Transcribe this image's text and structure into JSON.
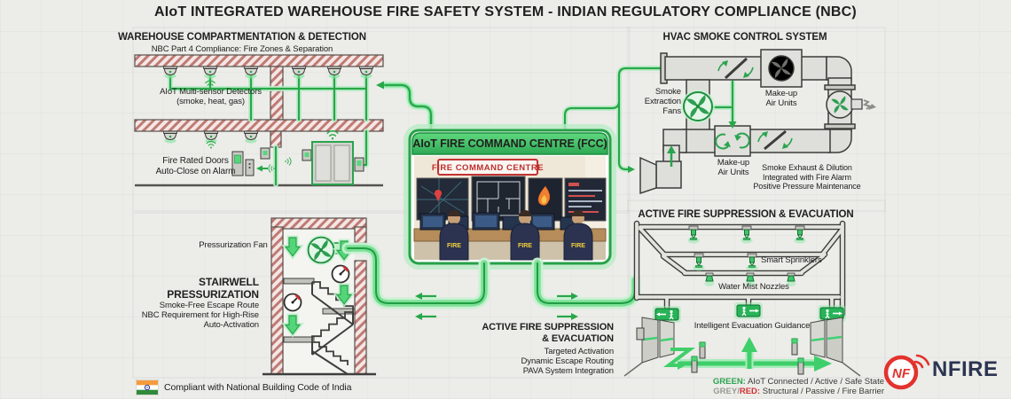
{
  "title": "AIoT INTEGRATED WAREHOUSE FIRE SAFETY SYSTEM - INDIAN REGULATORY COMPLIANCE (NBC)",
  "sections": {
    "warehouse": {
      "title": "WAREHOUSE COMPARTMENTATION & DETECTION",
      "subtitle": "NBC Part 4 Compliance: Fire Zones & Separation",
      "detectors_label": "AIoT Multi-sensor Detectors\n(smoke, heat, gas)",
      "doors_label": "Fire Rated Doors\nAuto-Close on Alarm"
    },
    "hvac": {
      "title": "HVAC SMOKE CONTROL SYSTEM",
      "extraction_label": "Smoke\nExtraction\nFans",
      "makeup_top": "Make-up\nAir Units",
      "makeup_bottom": "Make-up\nAir Units",
      "exhaust_note": "Smoke Exhaust & Dilution\nIntegrated with Fire Alarm\nPositive Pressure Maintenance"
    },
    "fcc": {
      "title": "AIoT FIRE COMMAND CENTRE (FCC)",
      "room_sign": "FIRE COMMAND CENTRE",
      "uniform_label": "FIRE"
    },
    "stairwell": {
      "fan_label": "Pressurization Fan",
      "title": "STAIRWELL\nPRESSURIZATION",
      "note": "Smoke-Free Escape Route\nNBC Requirement for High-Rise\nAuto-Activation"
    },
    "suppression": {
      "title": "ACTIVE FIRE SUPPRESSION & EVACUATION",
      "sprinklers_label": "Smart Sprinklers",
      "nozzles_label": "Water Mist Nozzles",
      "evacuation_label": "Intelligent Evacuation Guidance"
    },
    "callout": {
      "title": "ACTIVE FIRE SUPPRESSION\n& EVACUATION",
      "note": "Targeted Activation\nDynamic Escape Routing\nPAVA System Integration"
    }
  },
  "footer": {
    "compliance": "Compliant with National Building Code of India",
    "legend": {
      "green_key": "GREEN:",
      "green_text": " AIoT Connected / Active / Safe State",
      "grey_key": "GREY/",
      "red_key": "RED:",
      "passive_text": " Structural / Passive / Fire Barrier"
    },
    "logo": {
      "text": "NFIRE",
      "monogram": "NF"
    }
  },
  "icons": {
    "flag": "india-flag-icon",
    "logo": "nfire-logo",
    "detector": "smoke-detector-icon",
    "fan": "fan-icon",
    "gauge": "pressure-gauge-icon",
    "exit_sign": "exit-sign-icon",
    "wifi": "wifi-icon"
  },
  "colors": {
    "aiot_green": "#2aa44f",
    "glow_green": "#b7ecc6",
    "barrier_hatch": "#c07a74",
    "duct_grey": "#dededa",
    "logo_red": "#e2332e",
    "logo_navy": "#2c3550"
  }
}
